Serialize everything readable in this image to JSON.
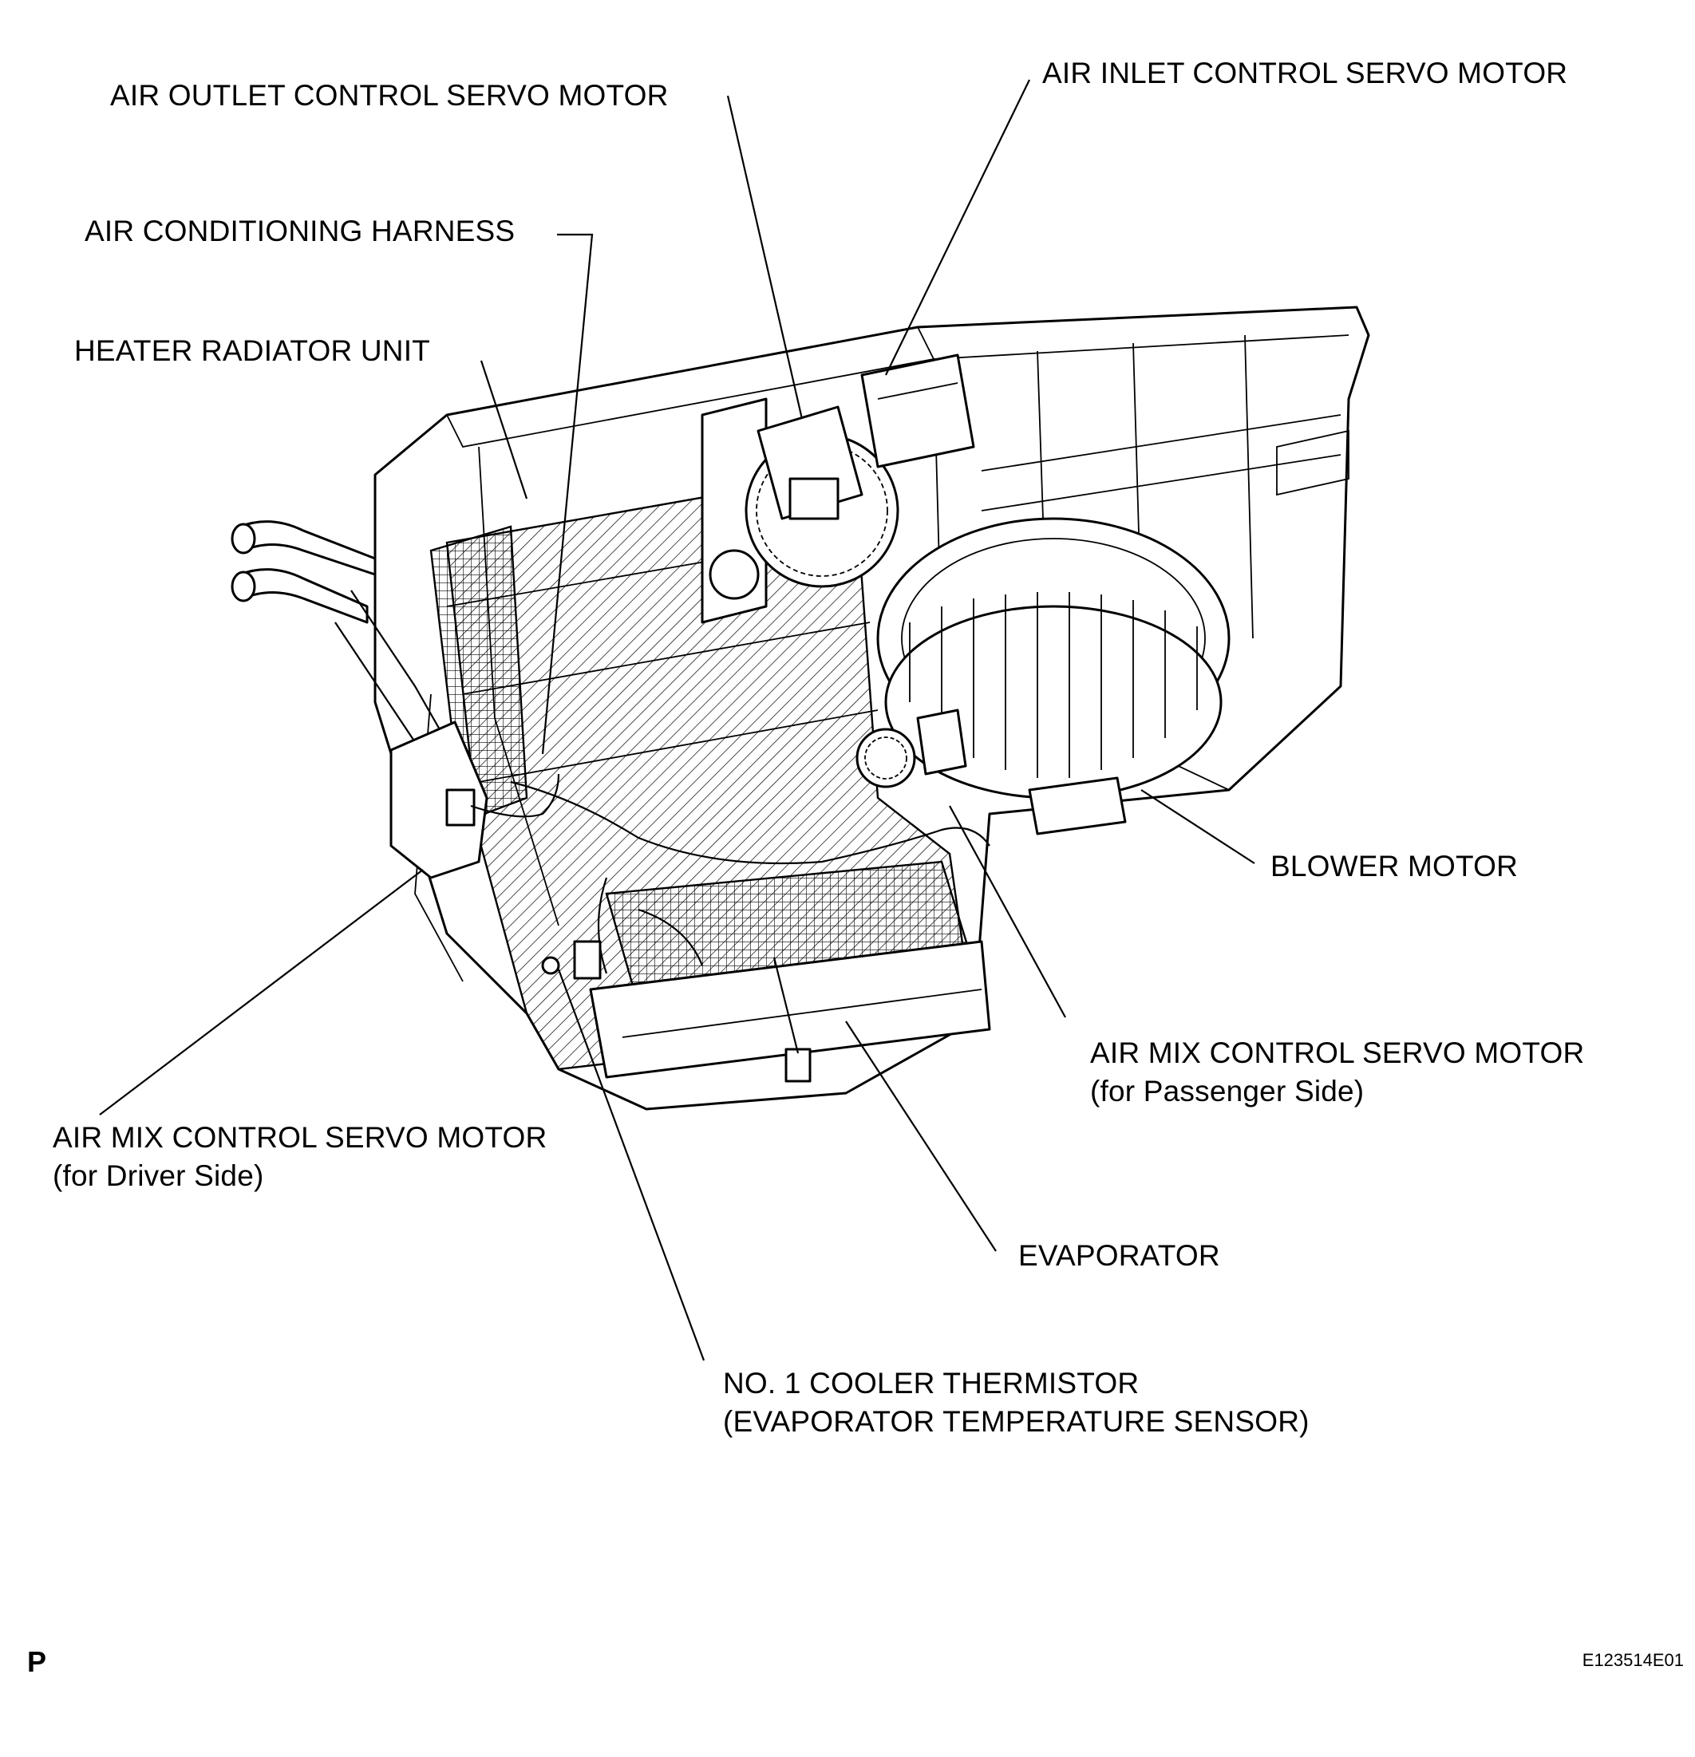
{
  "labels": {
    "air_outlet_servo": "AIR OUTLET CONTROL SERVO MOTOR",
    "air_inlet_servo": "AIR INLET CONTROL SERVO MOTOR",
    "ac_harness": "AIR CONDITIONING HARNESS",
    "heater_radiator": "HEATER RADIATOR UNIT",
    "blower_motor": "BLOWER MOTOR",
    "air_mix_passenger": {
      "line1": "AIR MIX CONTROL SERVO MOTOR",
      "line2": "(for Passenger Side)"
    },
    "air_mix_driver": {
      "line1": "AIR MIX CONTROL SERVO MOTOR",
      "line2": "(for Driver Side)"
    },
    "evaporator": "EVAPORATOR",
    "thermistor": {
      "line1": "NO. 1 COOLER THERMISTOR",
      "line2": "(EVAPORATOR TEMPERATURE SENSOR)"
    }
  },
  "corner_mark": "P",
  "figure_code": "E123514E01"
}
